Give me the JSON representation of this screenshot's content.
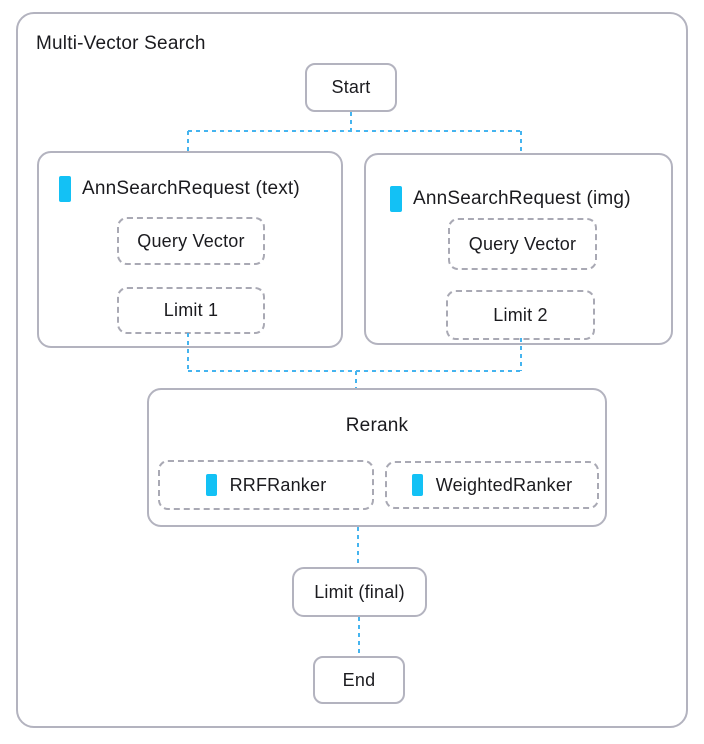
{
  "diagram": {
    "title": "Multi-Vector Search",
    "nodes": {
      "start": {
        "label": "Start"
      },
      "ann_text": {
        "title": "AnnSearchRequest (text)",
        "query_vector": "Query Vector",
        "limit": "Limit 1"
      },
      "ann_img": {
        "title": "AnnSearchRequest (img)",
        "query_vector": "Query Vector",
        "limit": "Limit 2"
      },
      "rerank": {
        "title": "Rerank",
        "rrf": "RRFRanker",
        "weighted": "WeightedRanker"
      },
      "limit_final": {
        "label": "Limit (final)"
      },
      "end": {
        "label": "End"
      }
    },
    "icons": {
      "bar": "cyan-bar-icon"
    },
    "colors": {
      "accent": "#13c1f5",
      "connector": "#45b4ef",
      "border": "#b3b3bf",
      "dash": "#a9a9b4",
      "text": "#1b1b1f",
      "bg": "#ffffff"
    }
  }
}
